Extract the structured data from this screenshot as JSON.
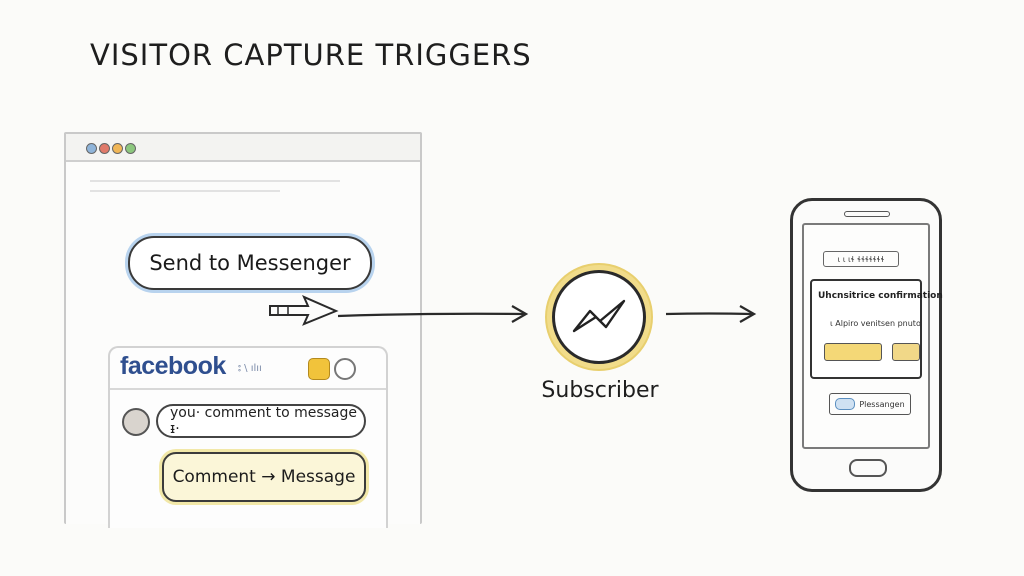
{
  "title": "VISITOR CAPTURE TRIGGERS",
  "send_button": "Send to Messenger",
  "facebook": {
    "logo": "facebook",
    "header_small": "⦂ \\ ıⅼıı",
    "comment_placeholder": "you· comment to message ᵻ·",
    "comment_to_message": "Comment → Message"
  },
  "messenger_icon": "messenger-icon",
  "subscriber_label": "Subscriber",
  "phone": {
    "top_label": "ɩ ɩ ɩɬ ɬɬɬɬɬɬɬ",
    "panel_heading": "Uhcnsitrice confirmation",
    "panel_body": "ɩ Alpiro venitsen pnuto",
    "bottom_label": "Plessangen"
  },
  "colors": {
    "background": "#fbfbf9",
    "send_glow": "#b8d3ee",
    "comment_message_fill": "#fbf6d8",
    "messenger_glow": "#f1dc8a",
    "facebook_blue": "#2f4f8f"
  }
}
